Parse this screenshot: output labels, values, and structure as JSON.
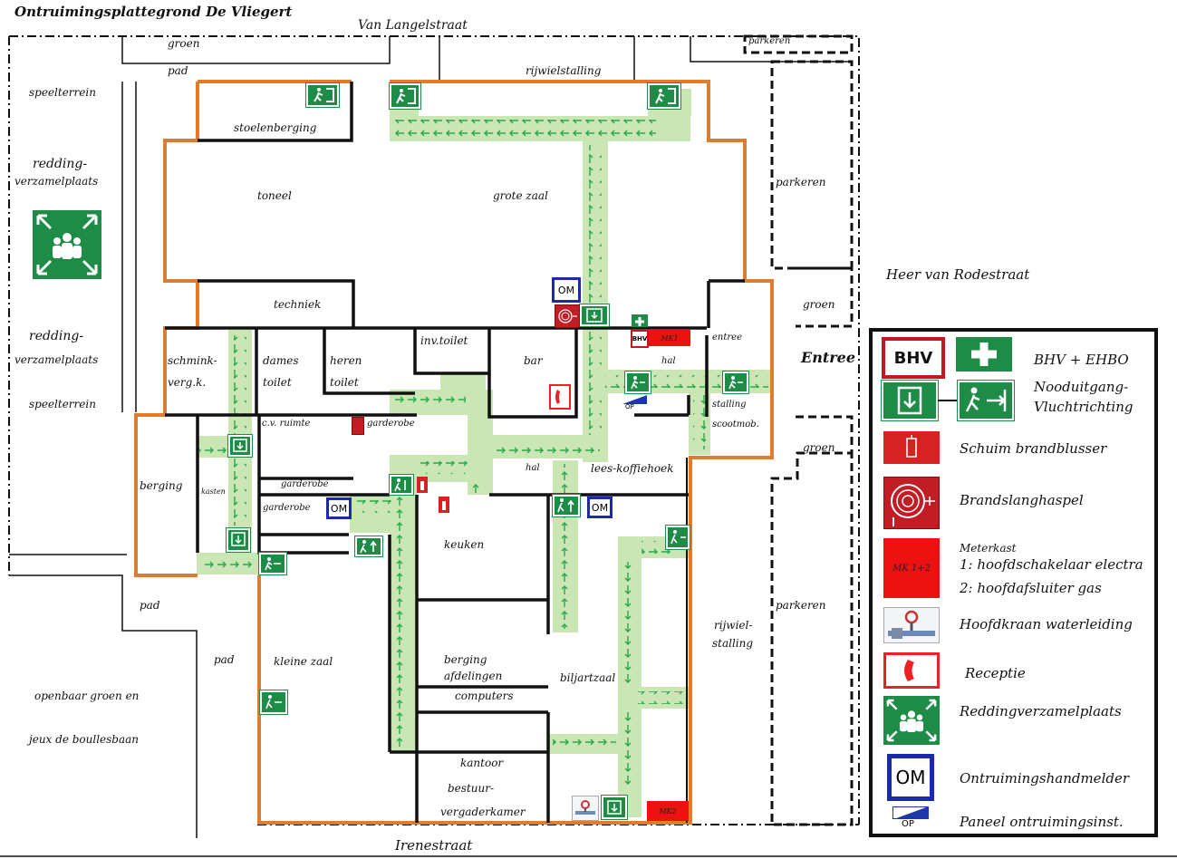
{
  "title": "Ontruimingsplattegrond De Vliegert",
  "streets": {
    "north": "Van Langelstraat",
    "east": "Heer van Rodestraat",
    "south": "Irenestraat"
  },
  "entrance_label": "Entree",
  "outside_labels": {
    "groen_n": "groen",
    "pad_n": "pad",
    "parkeren_ne": "parkeren",
    "speelterrein_1": "speelterrein",
    "redding_1a": "redding-",
    "redding_1b": "verzamelplaats",
    "redding_2a": "redding-",
    "redding_2b": "verzamelplaats",
    "speelterrein_2": "speelterrein",
    "parkeren_e1": "parkeren",
    "groen_e1": "groen",
    "groen_e2": "groen",
    "parkeren_e2": "parkeren",
    "pad_w1": "pad",
    "pad_w2": "pad",
    "openbaar_1": "openbaar groen en",
    "openbaar_2": "jeux de boullesbaan",
    "rijwiel_1": "rijwiel-",
    "rijwiel_2": "stalling"
  },
  "rooms": {
    "rijwielstalling": "rijwielstalling",
    "stoelenberging": "stoelenberging",
    "toneel": "toneel",
    "grote_zaal": "grote zaal",
    "techniek": "techniek",
    "schmink_1": "schmink-",
    "schmink_2": "verg.k.",
    "dames_1": "dames",
    "dames_2": "toilet",
    "heren_1": "heren",
    "heren_2": "toilet",
    "inv_toilet": "inv.toilet",
    "bar": "bar",
    "entree": "entree",
    "hal_east": "hal",
    "stalling": "stalling",
    "scootmob": "scootmob.",
    "cv_ruimte": "c.v. ruimte",
    "garderobe_1": "garderobe",
    "berging": "berging",
    "kasten": "kasten",
    "garderobe_2": "garderobe",
    "garderobe_3": "garderobe",
    "hal_mid": "hal",
    "lees_koffiehoek": "lees-koffiehoek",
    "keuken": "keuken",
    "kleine_zaal": "kleine zaal",
    "berging_afd_1": "berging",
    "berging_afd_2": "afdelingen",
    "computers": "computers",
    "biljartzaal": "biljartzaal",
    "kantoor": "kantoor",
    "bestuur_1": "bestuur-",
    "bestuur_2": "vergaderkamer"
  },
  "icons": {
    "om_text": "OM",
    "op_text": "OP",
    "bhv_text": "BHV",
    "mk1_text": "MK1",
    "mk2_text": "MK2"
  },
  "legend": {
    "bhv_box": "BHV",
    "bhv_ehbo": "BHV + EHBO",
    "nooduitgang_1": "Nooduitgang-",
    "nooduitgang_2": "Vluchtrichting",
    "brandblusser": "Schuim brandblusser",
    "brandslang": "Brandslanghaspel",
    "mk_box": "MK 1+2",
    "meterkast": "Meterkast",
    "meterkast_1": "1: hoofdschakelaar electra",
    "meterkast_2": "2: hoofdafsluiter gas",
    "hoofdkraan": "Hoofdkraan waterleiding",
    "receptie": "Receptie",
    "redding": "Reddingverzamelplaats",
    "om_box": "OM",
    "ontruimingshandmelder": "Ontruimingshandmelder",
    "op_box": "OP",
    "paneel": "Paneel ontruimingsinst."
  },
  "colors": {
    "outer_wall": "#e07c2c",
    "route_fill": "#c9e6b4",
    "arrow": "#2ba84a",
    "exit_green": "#1e8c46",
    "fire_red": "#d62222",
    "om_blue": "#1a2aa8"
  }
}
